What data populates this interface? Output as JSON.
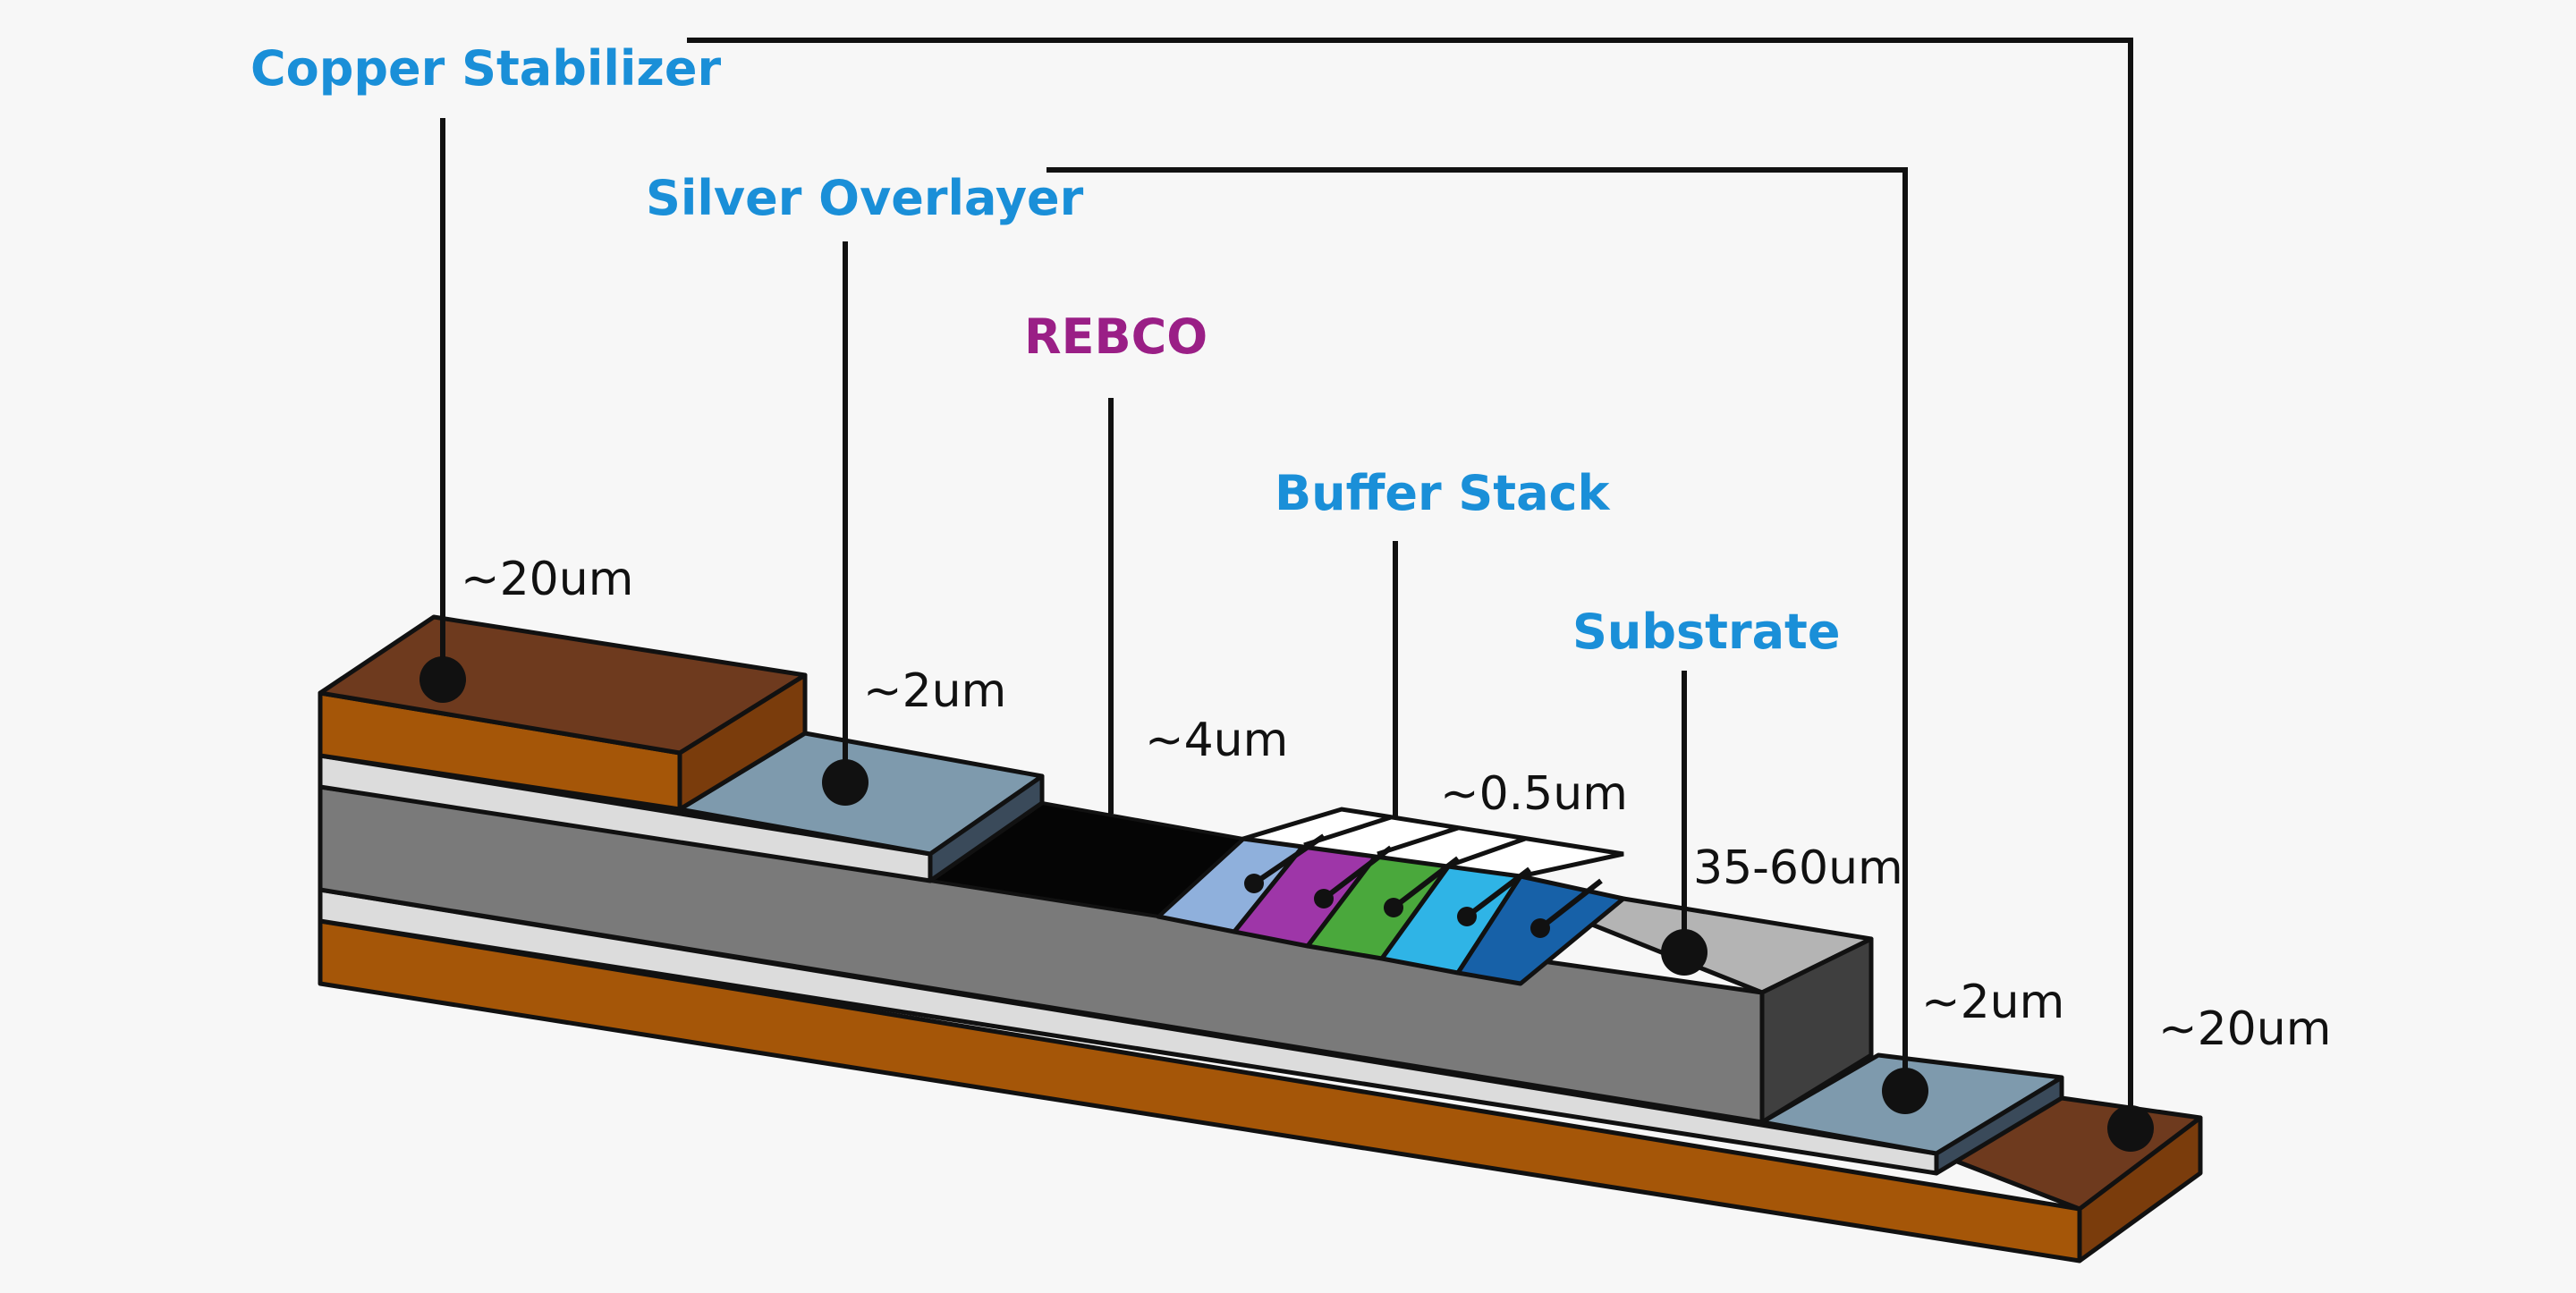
{
  "layers": {
    "copper_stabilizer": {
      "label": "Copper Stabilizer",
      "top_thickness": "~20um",
      "bottom_thickness": "~20um",
      "color": "#1a8fd8"
    },
    "silver_overlayer": {
      "label": "Silver Overlayer",
      "top_thickness": "~2um",
      "bottom_thickness": "~2um",
      "color": "#1a8fd8"
    },
    "rebco": {
      "label": "REBCO",
      "thickness": "~4um",
      "color": "#9a1f86"
    },
    "buffer_stack": {
      "label": "Buffer Stack",
      "thickness": "~0.5um",
      "color": "#1a8fd8"
    },
    "substrate": {
      "label": "Substrate",
      "thickness": "35-60um",
      "color": "#1a8fd8"
    }
  },
  "colors": {
    "copper_top": "#6e3a1e",
    "copper_front": "#a55608",
    "silver": "#7e9aad",
    "gray_front": "#7a7a7a",
    "rebco": "#050505",
    "substrate_top": "#b4b4b4",
    "buffer_colors": [
      "#8fb0dc",
      "#9e36a8",
      "#4aa83c",
      "#2fb4e6",
      "#1761a8"
    ]
  }
}
